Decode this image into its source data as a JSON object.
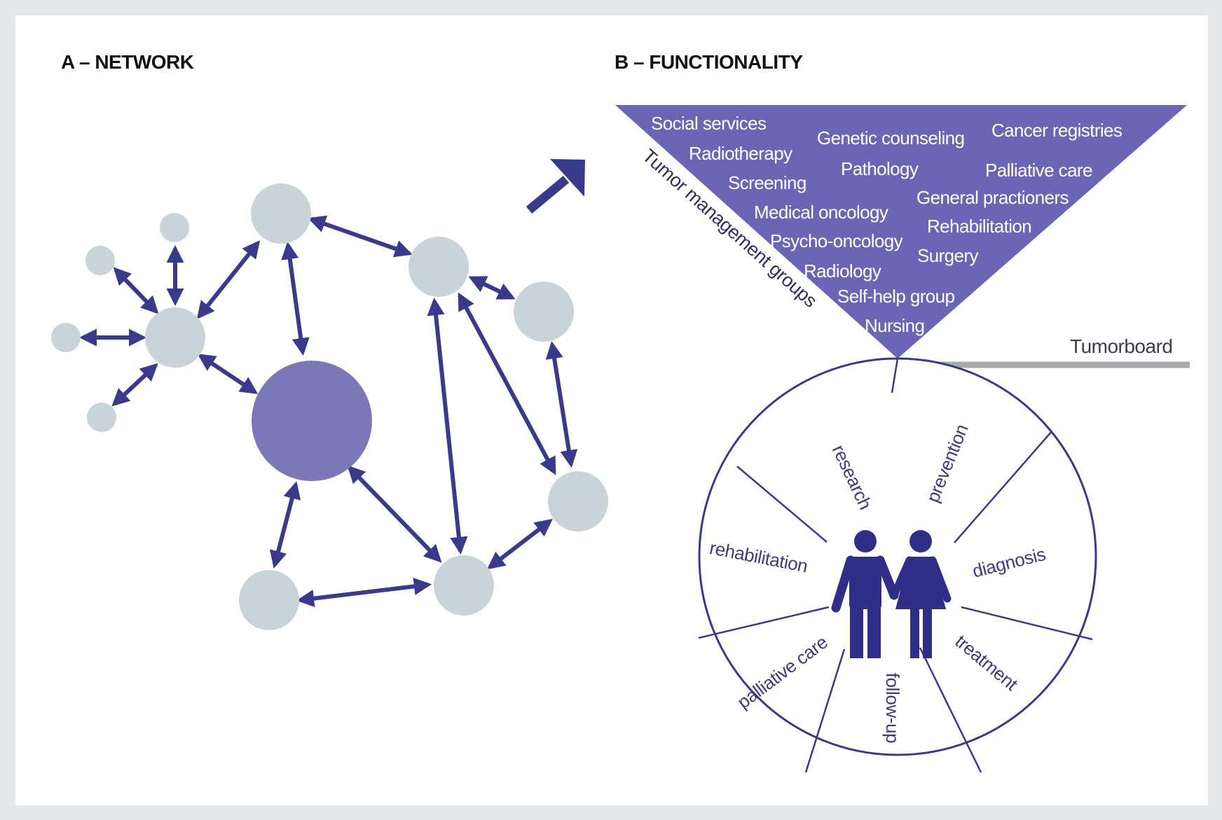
{
  "titles": {
    "network": "A – NETWORK",
    "functionality": "B – FUNCTIONALITY"
  },
  "funnel": {
    "side_label": "Tumor management groups",
    "items": [
      "Social services",
      "Genetic counseling",
      "Cancer registries",
      "Radiotherapy",
      "Pathology",
      "Palliative care",
      "Screening",
      "General practioners",
      "Medical oncology",
      "Rehabilitation",
      "Psycho-oncology",
      "Surgery",
      "Radiology",
      "Self-help group",
      "Nursing"
    ]
  },
  "tumorboard": "Tumorboard",
  "wheel": {
    "segments": [
      "research",
      "prevention",
      "diagnosis",
      "treatment",
      "follow-up",
      "palliative care",
      "rehabilitation"
    ],
    "center_icon": "people-icon"
  },
  "colors": {
    "accent": "#3a3a8c",
    "funnel": "#6b65b5",
    "hub": "#7b78b8",
    "node": "#c8d4d7",
    "tumorboard_line": "#a7a9ac",
    "background": "#e6e7e8"
  }
}
